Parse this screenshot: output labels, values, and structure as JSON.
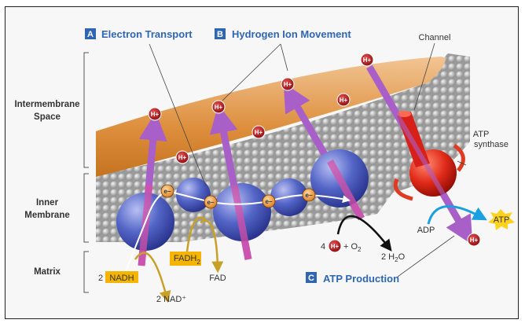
{
  "headings": {
    "a_letter": "A",
    "a_label": "Electron Transport",
    "b_letter": "B",
    "b_label": "Hydrogen Ion Movement",
    "c_letter": "C",
    "c_label": "ATP Production"
  },
  "regions": {
    "intermembrane_1": "Intermembrane",
    "intermembrane_2": "Space",
    "inner_1": "Inner",
    "inner_2": "Membrane",
    "matrix": "Matrix"
  },
  "labels": {
    "channel": "Channel",
    "atp_synthase_1": "ATP",
    "atp_synthase_2": "synthase",
    "adp": "ADP",
    "atp": "ATP",
    "nadh_coef": "2",
    "nadh": "NADH",
    "nad": "2 NAD⁺",
    "fadh": "FADH",
    "fadh_sub": "2",
    "fad": "FAD",
    "reactant_coef": "4",
    "reactant_o2": "+ O",
    "reactant_o2_sub": "2",
    "product": "2 H",
    "product_sub": "2",
    "product_o": "O",
    "hydrogen_ion": "H+",
    "electron": "e−"
  },
  "colors": {
    "accent_blue": "#2f66b3",
    "nadh_yellow": "#f5b400",
    "proton_red": "#b8161b",
    "protein_blue": "#4f5fc0",
    "arrow_purple": "#a860c8",
    "synthase_red": "#e02a18"
  }
}
